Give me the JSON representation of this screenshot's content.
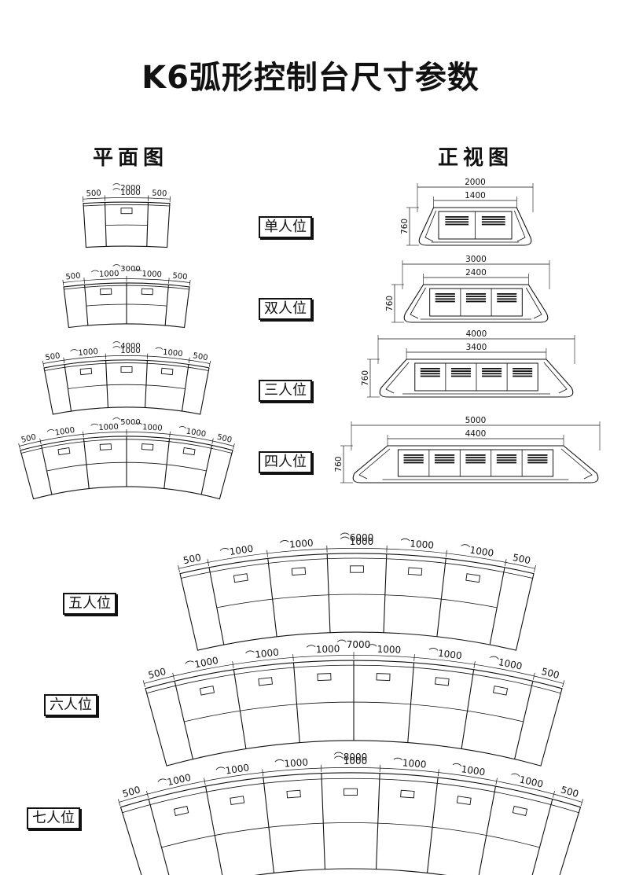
{
  "title": "K6弧形控制台尺寸参数",
  "sections": {
    "plan": "平面图",
    "front": "正视图"
  },
  "arc_symbol": "⌒",
  "configs": [
    {
      "name": "单人位",
      "stations": 1,
      "arc_total": "2000",
      "seat_width": "1000",
      "end_width": "500",
      "front_total": "2000",
      "front_inner": "1400",
      "height": "760"
    },
    {
      "name": "双人位",
      "stations": 2,
      "arc_total": "3000",
      "seat_width": "1000",
      "end_width": "500",
      "front_total": "3000",
      "front_inner": "2400",
      "height": "760"
    },
    {
      "name": "三人位",
      "stations": 3,
      "arc_total": "4000",
      "seat_width": "1000",
      "end_width": "500",
      "front_total": "4000",
      "front_inner": "3400",
      "height": "760"
    },
    {
      "name": "四人位",
      "stations": 4,
      "arc_total": "5000",
      "seat_width": "1000",
      "end_width": "500",
      "front_total": "5000",
      "front_inner": "4400",
      "height": "760"
    },
    {
      "name": "五人位",
      "stations": 5,
      "arc_total": "6000",
      "seat_width": "1000",
      "end_width": "500"
    },
    {
      "name": "六人位",
      "stations": 6,
      "arc_total": "7000",
      "seat_width": "1000",
      "end_width": "500"
    },
    {
      "name": "七人位",
      "stations": 7,
      "arc_total": "8000",
      "seat_width": "1000",
      "end_width": "500"
    }
  ]
}
